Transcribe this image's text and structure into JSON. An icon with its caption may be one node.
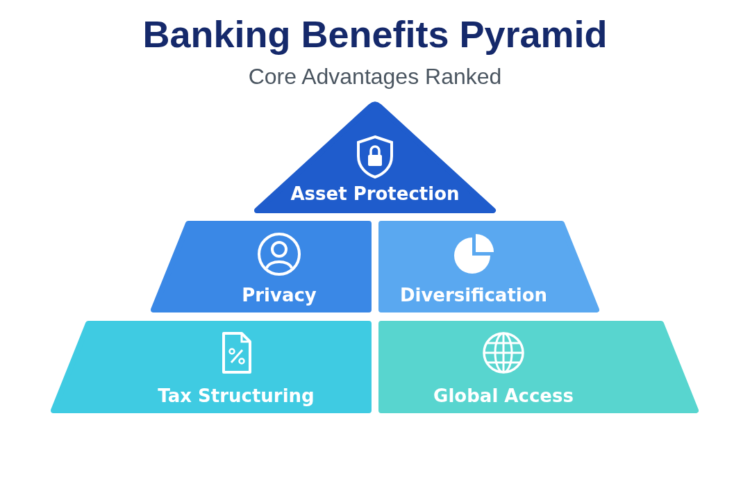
{
  "diagram": {
    "title": "Banking Benefits Pyramid",
    "nodes": [
      {
        "text": [
          "Asset Protection"
        ]
      },
      {
        "text": [
          "Privacy"
        ]
      },
      {
        "text": [
          "Diversification"
        ]
      },
      {
        "text": [
          "Tax Structuring"
        ]
      },
      {
        "text": [
          "Global Access"
        ]
      }
    ],
    "labels": [
      "Core Advantages Ranked"
    ]
  }
}
